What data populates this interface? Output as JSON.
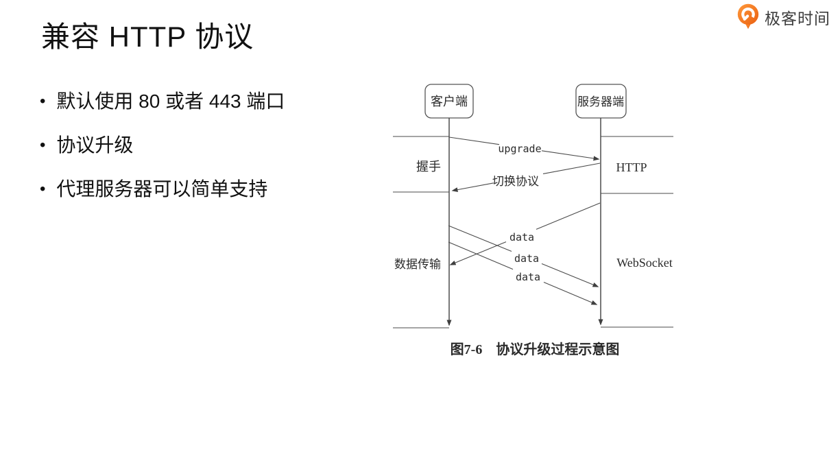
{
  "slide": {
    "title": "兼容 HTTP 协议",
    "bullet_char": "•",
    "bullets": [
      "默认使用 80 或者 443 端口",
      "协议升级",
      "代理服务器可以简单支持"
    ]
  },
  "brand": {
    "name": "极客时间",
    "color_primary": "#ee7112",
    "text_color": "#3d3d3d"
  },
  "diagram": {
    "line_color": "#4a4a4a",
    "actors": [
      {
        "id": "client",
        "label": "客户端"
      },
      {
        "id": "server",
        "label": "服务器端"
      }
    ],
    "phases": [
      {
        "left_label": "握手",
        "right_label": "HTTP"
      },
      {
        "left_label": "数据传输",
        "right_label": "WebSocket"
      }
    ],
    "messages": [
      {
        "label": "upgrade",
        "from": "client",
        "to": "server"
      },
      {
        "label": "切换协议",
        "from": "server",
        "to": "client"
      },
      {
        "label": "data",
        "from": "server",
        "to": "client"
      },
      {
        "label": "data",
        "from": "client",
        "to": "server"
      },
      {
        "label": "data",
        "from": "client",
        "to": "server"
      }
    ],
    "caption": "图7-6　协议升级过程示意图"
  }
}
